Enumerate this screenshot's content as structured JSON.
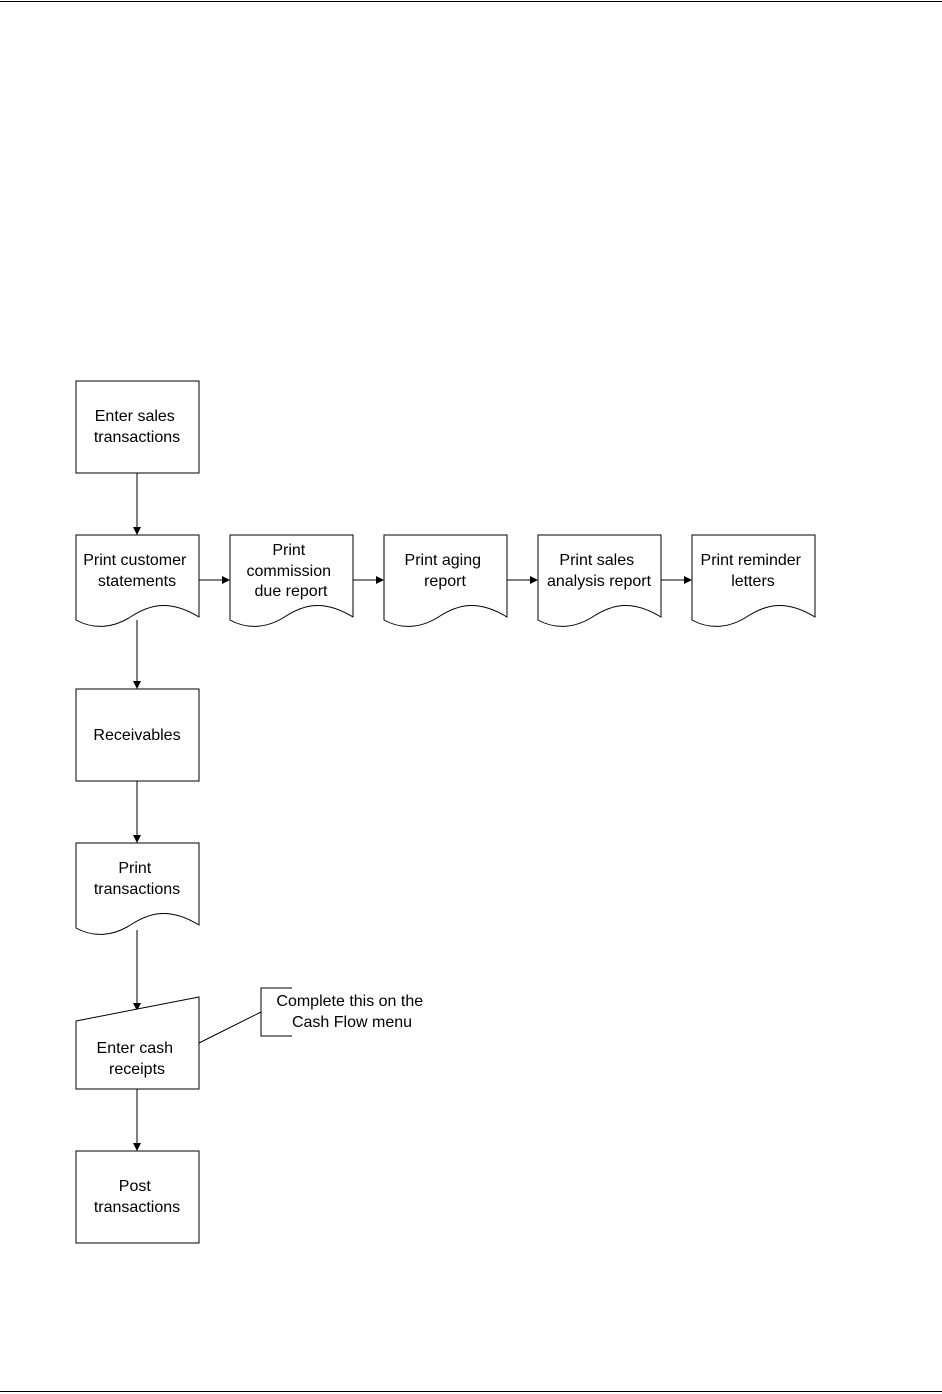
{
  "nodes": {
    "enter_sales": {
      "lines": [
        "Enter sales",
        "transactions"
      ]
    },
    "print_statements": {
      "lines": [
        "Print customer",
        "statements"
      ]
    },
    "print_commission": {
      "lines": [
        "Print",
        "commission",
        "due report"
      ]
    },
    "print_aging": {
      "lines": [
        "Print aging",
        "report"
      ]
    },
    "print_sales_analysis": {
      "lines": [
        "Print sales",
        "analysis report"
      ]
    },
    "print_reminder": {
      "lines": [
        "Print reminder",
        "letters"
      ]
    },
    "receivables": {
      "lines": [
        "Receivables"
      ]
    },
    "print_transactions": {
      "lines": [
        "Print",
        "transactions"
      ]
    },
    "enter_cash": {
      "lines": [
        "Enter cash",
        "receipts"
      ]
    },
    "post_transactions": {
      "lines": [
        "Post",
        "transactions"
      ]
    }
  },
  "annotation": {
    "lines": [
      "Complete this on the",
      "Cash Flow menu"
    ]
  }
}
